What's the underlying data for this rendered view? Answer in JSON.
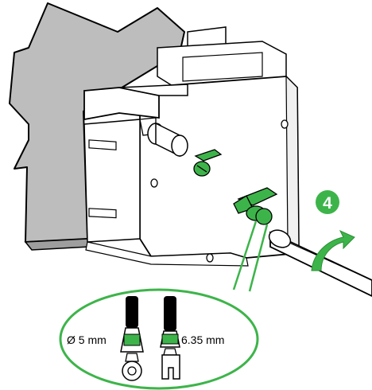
{
  "step": {
    "number": "4"
  },
  "callout": {
    "left_label": "Ø 5 mm",
    "right_label": "6.35 mm"
  },
  "colors": {
    "accent_green": "#3DB44A",
    "light_green": "#9FD6A5",
    "panel_gray": "#BDBDBD",
    "outline": "#000000",
    "body_white": "#FFFFFF"
  },
  "icons": [
    "panel-cutout",
    "device-housing",
    "mounting-clip",
    "terminal-screw",
    "ring-terminal",
    "fork-terminal",
    "rotate-arrow-icon"
  ]
}
